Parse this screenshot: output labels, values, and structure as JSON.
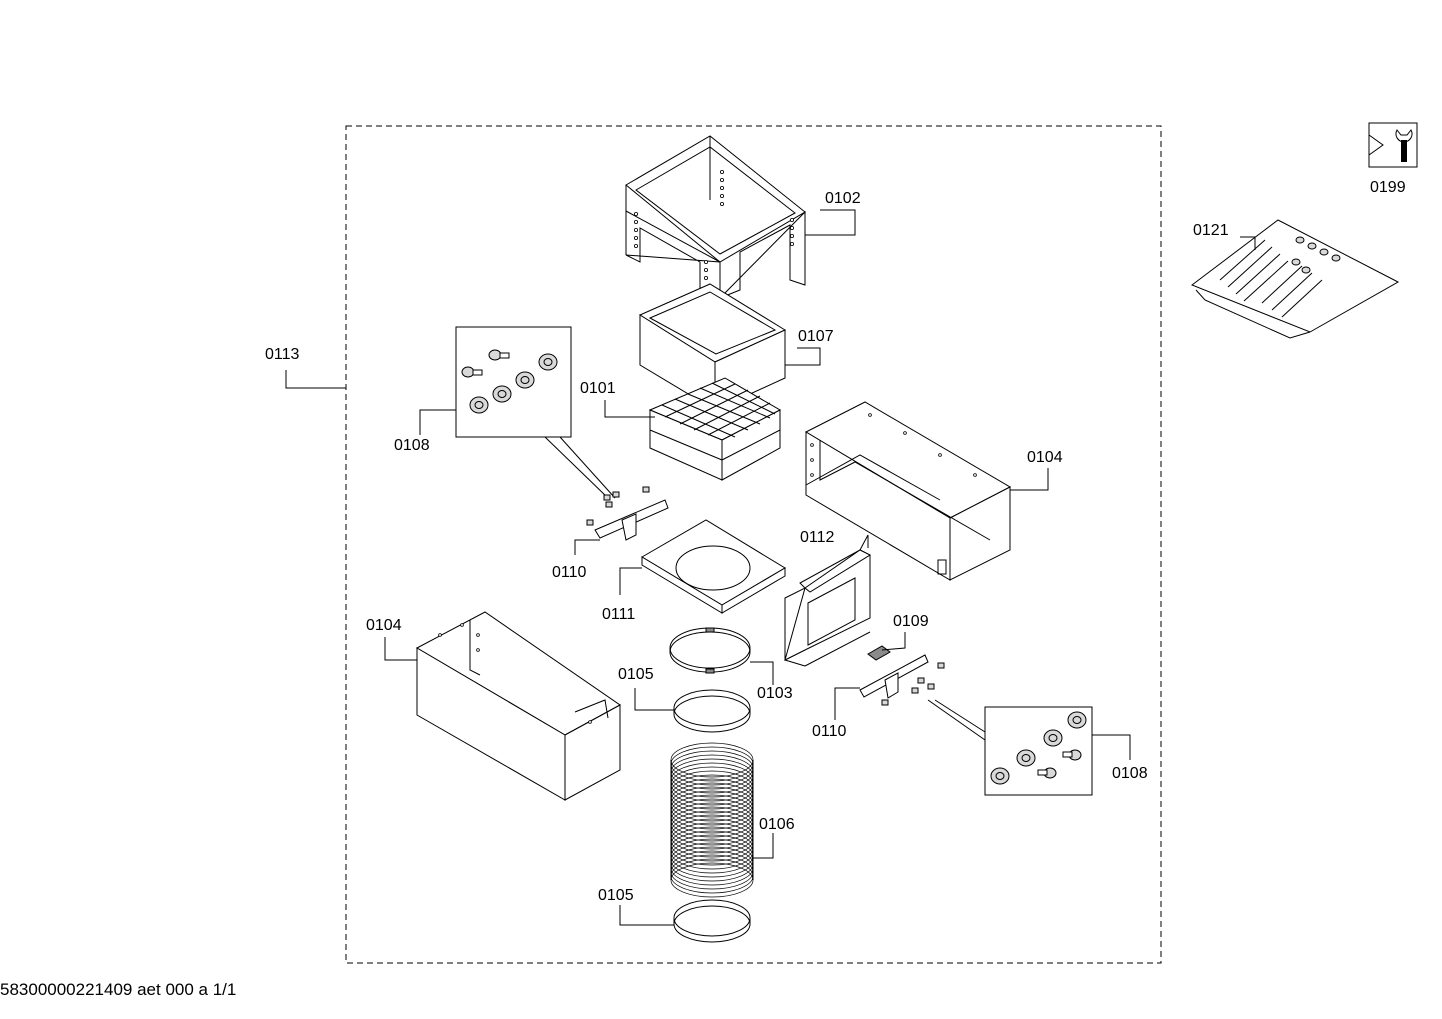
{
  "diagram": {
    "group_label": "0113",
    "parts": {
      "p0102": "0102",
      "p0107": "0107",
      "p0101": "0101",
      "p0108_top": "0108",
      "p0104_right": "0104",
      "p0110_left": "0110",
      "p0111": "0111",
      "p0112": "0112",
      "p0109": "0109",
      "p0104_left": "0104",
      "p0105_top": "0105",
      "p0103": "0103",
      "p0110_right": "0110",
      "p0108_bottom": "0108",
      "p0106": "0106",
      "p0105_bottom": "0105",
      "p0121": "0121",
      "p0199": "0199"
    }
  },
  "footer": {
    "document_id": "58300000221409 aet 000 a 1/1"
  }
}
